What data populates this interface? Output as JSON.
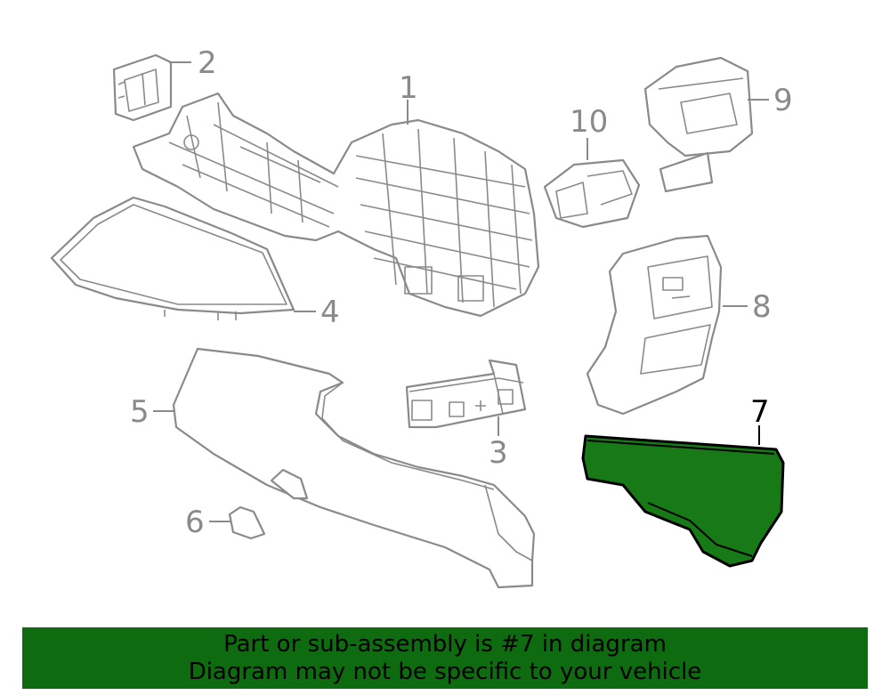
{
  "colors": {
    "highlight_fill": "#177a17",
    "banner_background": "#0f6b0f",
    "outline": "#8a8a8a"
  },
  "callouts": [
    "1",
    "2",
    "3",
    "4",
    "5",
    "6",
    "7",
    "8",
    "9",
    "10"
  ],
  "highlighted_part": "7",
  "banner": {
    "line1": "Part or sub-assembly is #7 in diagram",
    "line2": "Diagram may not be specific to your vehicle"
  }
}
